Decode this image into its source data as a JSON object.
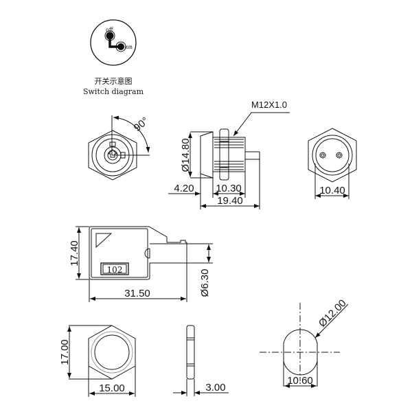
{
  "switch_diagram": {
    "off": "off",
    "on": "on",
    "caption_cn": "开关示意图",
    "caption_en": "Switch diagram"
  },
  "front_view": {
    "angle": "90°"
  },
  "side_view": {
    "thread": "M12X1.0",
    "diameter": "Ø14.80",
    "flange": "4.20",
    "thread_len": "10.30",
    "total": "19.40"
  },
  "back_view": {
    "width": "10.40"
  },
  "key_view": {
    "height": "17.40",
    "length": "31.50",
    "shaft_dia": "Ø6.30",
    "key_code": "102"
  },
  "nut_view": {
    "height": "17.00",
    "width": "15.00",
    "thickness": "3.00"
  },
  "cutout_view": {
    "diameter": "Ø12.00",
    "flat_width": "10.60"
  }
}
